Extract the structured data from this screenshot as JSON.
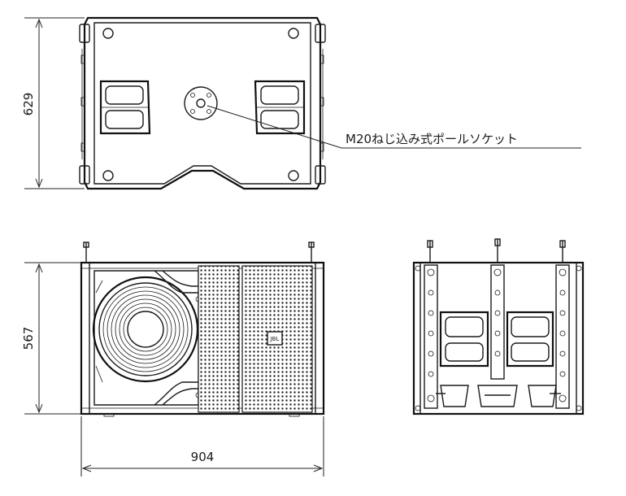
{
  "dimensions": {
    "height_top": "629",
    "height_front": "567",
    "width_front": "904"
  },
  "callout": {
    "label": "M20ねじ込み式ポールソケット"
  },
  "brand_badge": "JBL",
  "colors": {
    "line": "#1a1a1a",
    "background": "#ffffff"
  }
}
